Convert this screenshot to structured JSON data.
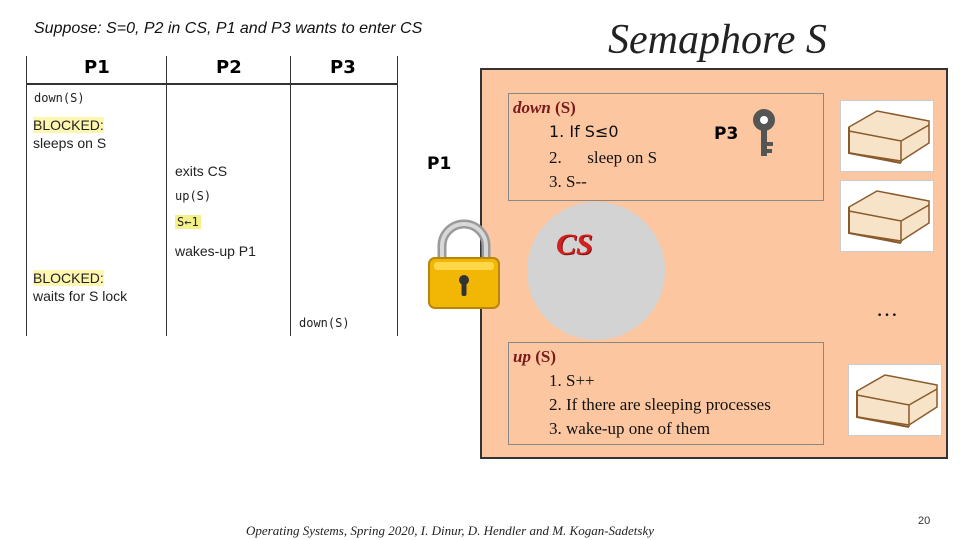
{
  "header": {
    "subtitle": "Suppose: S=0, P2 in CS, P1 and P3 wants to enter CS",
    "title": "Semaphore S"
  },
  "table": {
    "col1": "P1",
    "col2": "P2",
    "col3": "P3",
    "p1_down": "down(S)",
    "p1_blocked1": "BLOCKED:",
    "p1_sleeps": "sleeps on S",
    "p2_exits": "exits CS",
    "p2_up": "up(S)",
    "p2_s_assign": "S←1",
    "p2_wakes": "wakes-up P1",
    "p1_blocked2": "BLOCKED:",
    "p1_waits": "waits for S lock",
    "p3_down": "down(S)"
  },
  "semaphore": {
    "down_keyword": "down",
    "down_arg": " (S)",
    "down_line1": "1. If S≤0",
    "down_line2": "2.      sleep on S",
    "down_line3": "3. S--",
    "p3_label": "P3",
    "p1_label": "P1",
    "cs_label": "CS",
    "ellipsis": "…",
    "up_keyword": "up",
    "up_arg": " (S)",
    "up_line1": "1. S++",
    "up_line2": "2. If there are sleeping processes",
    "up_line3": "3. wake-up one of them"
  },
  "footer": {
    "credit": "Operating Systems, Spring 2020, I. Dinur, D. Hendler and M. Kogan-Sadetsky",
    "page": "20"
  },
  "icons": {
    "lock": "padlock-icon",
    "key": "key-icon",
    "bed": "bed-icon"
  },
  "colors": {
    "semaphore_bg": "#fcc6a1",
    "cs_text": "#d02020",
    "highlight": "#fff7b0"
  }
}
